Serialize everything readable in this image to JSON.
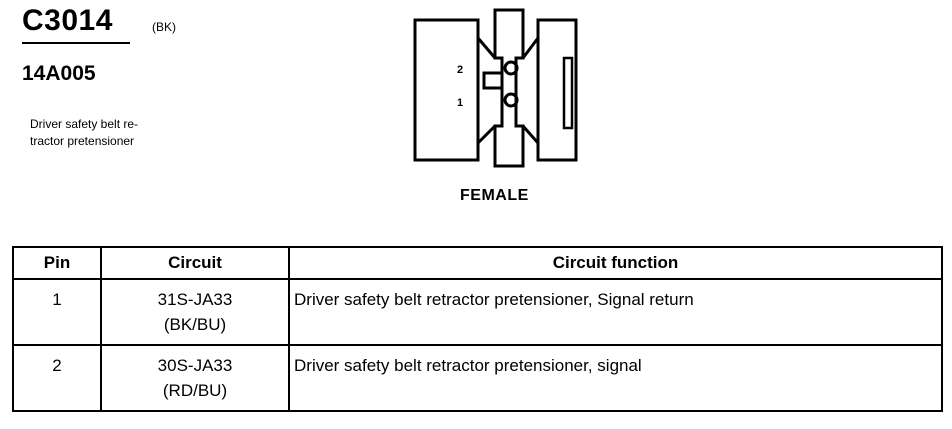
{
  "connector": {
    "id": "C3014",
    "color_code": "(BK)",
    "part_number": "14A005",
    "description": "Driver safety belt retractor pretensioner",
    "description_lines": [
      "Driver safety belt re-",
      "tractor pretensioner"
    ],
    "gender": "FEMALE",
    "pin_labels": [
      "2",
      "1"
    ]
  },
  "table": {
    "headers": [
      "Pin",
      "Circuit",
      "Circuit function"
    ],
    "rows": [
      {
        "pin": "1",
        "circuit": "31S-JA33",
        "wire_color": "(BK/BU)",
        "function": "Driver safety belt retractor pretensioner, Signal return"
      },
      {
        "pin": "2",
        "circuit": "30S-JA33",
        "wire_color": "(RD/BU)",
        "function": "Driver safety belt retractor pretensioner, signal"
      }
    ]
  }
}
